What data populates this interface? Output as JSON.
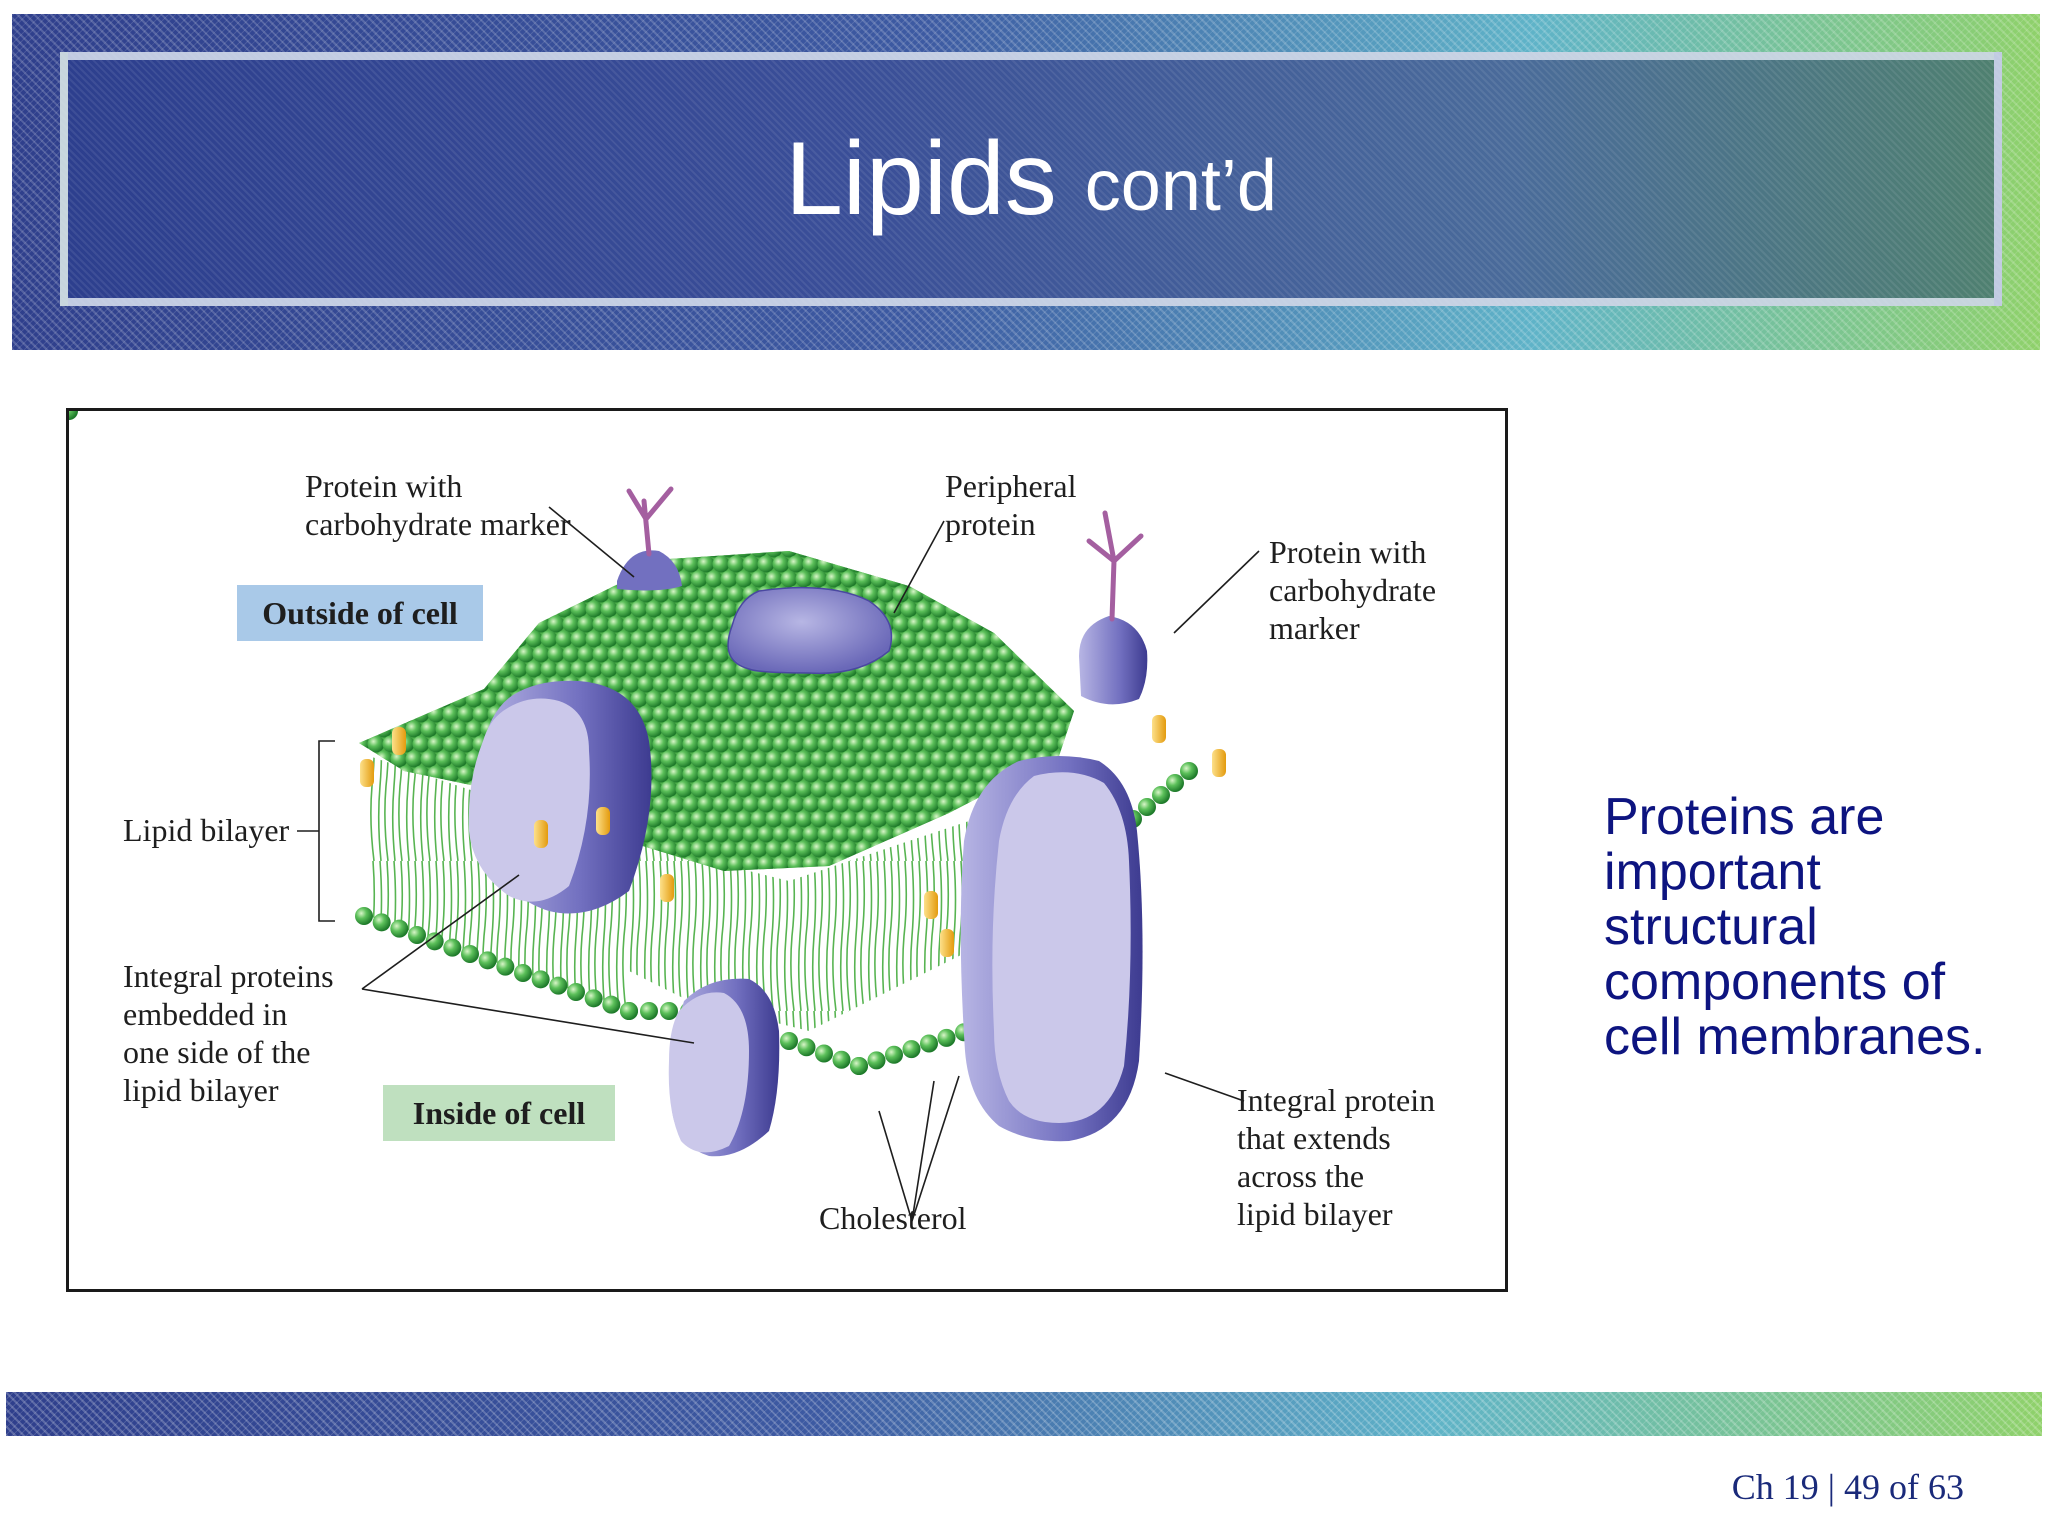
{
  "slide": {
    "title_main": "Lipids",
    "title_sub": "cont’d",
    "side_text": "Proteins are important structural components of cell membranes.",
    "footer": "Ch 19 | 49 of 63"
  },
  "figure": {
    "labels": {
      "protein_carb_left": "Protein with\ncarbohydrate marker",
      "peripheral": "Peripheral\nprotein",
      "protein_carb_right": "Protein with\ncarbohydrate\nmarker",
      "outside": "Outside of cell",
      "lipid_bilayer": "Lipid bilayer",
      "integral_one_side": "Integral proteins\nembedded in\none side of the\nlipid bilayer",
      "inside": "Inside of cell",
      "cholesterol": "Cholesterol",
      "integral_across": "Integral protein\nthat extends\nacross the\nlipid bilayer"
    }
  },
  "colors": {
    "title_text": "#ffffff",
    "side_text": "#0d1480",
    "lipid_head": "#3dab3d",
    "protein": "#8c8ccd",
    "carbohydrate": "#a45fa0",
    "cholesterol": "#f2b21e",
    "outside_tag": "#a9c9e8",
    "inside_tag": "#bfe0bf"
  }
}
